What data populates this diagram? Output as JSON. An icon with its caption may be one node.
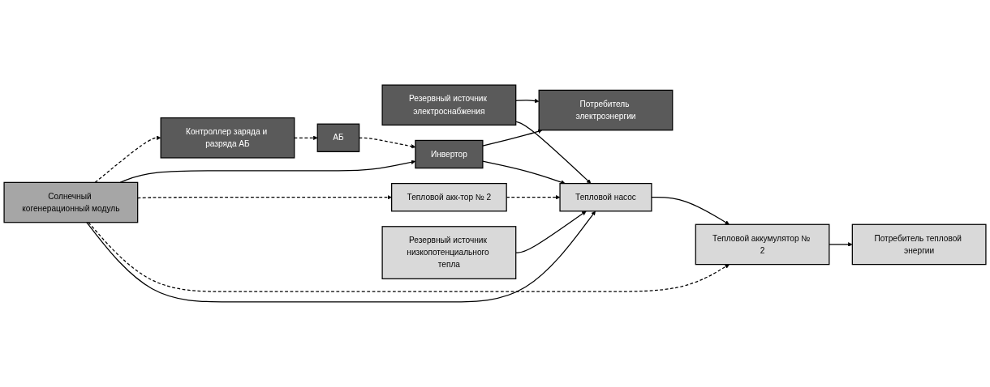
{
  "diagram": {
    "nodes": [
      {
        "text": [
          "Резервный источник электроснабжения"
        ]
      },
      {
        "text": [
          "Контроллер заряда и разряда АБ"
        ]
      },
      {
        "text": [
          "АБ"
        ]
      },
      {
        "text": [
          "Инвертор"
        ]
      },
      {
        "text": [
          "Потребитель электроэнергии"
        ]
      },
      {
        "text": [
          "Солнечный когенерационный модуль"
        ]
      },
      {
        "text": [
          "Тепловой акк-тор № 2"
        ]
      },
      {
        "text": [
          "Тепловой насос"
        ]
      },
      {
        "text": [
          "Тепловой аккумулятор № 2"
        ]
      },
      {
        "text": [
          "Потребитель тепловой энергии"
        ]
      },
      {
        "text": [
          "Резервный источник низкопотенциального тепла"
        ]
      }
    ],
    "edges": [
      {
        "from": 5,
        "to": 1,
        "arrow": "to",
        "style": "dashed"
      },
      {
        "from": 5,
        "to": 3,
        "arrow": "to"
      },
      {
        "from": 1,
        "to": 2,
        "arrow": "to",
        "style": "dashed"
      },
      {
        "from": 2,
        "to": 3,
        "arrow": "to",
        "style": "dashed"
      },
      {
        "from": 0,
        "to": 4,
        "arrow": "to"
      },
      {
        "from": 3,
        "to": 4,
        "arrow": "to"
      },
      {
        "from": 0,
        "to": 7,
        "arrow": "to"
      },
      {
        "from": 3,
        "to": 7,
        "arrow": "to"
      },
      {
        "from": 5,
        "to": 6,
        "arrow": "to",
        "style": "dashed"
      },
      {
        "from": 5,
        "to": 8,
        "arrow": "to",
        "style": "dashed"
      },
      {
        "from": 6,
        "to": 7,
        "arrow": "to",
        "style": "dashed"
      },
      {
        "from": 5,
        "to": 7,
        "arrow": "to"
      },
      {
        "from": 10,
        "to": 7,
        "arrow": "to"
      },
      {
        "from": 7,
        "to": 8,
        "arrow": "to"
      },
      {
        "from": 8,
        "to": 9,
        "arrow": "to"
      }
    ]
  }
}
